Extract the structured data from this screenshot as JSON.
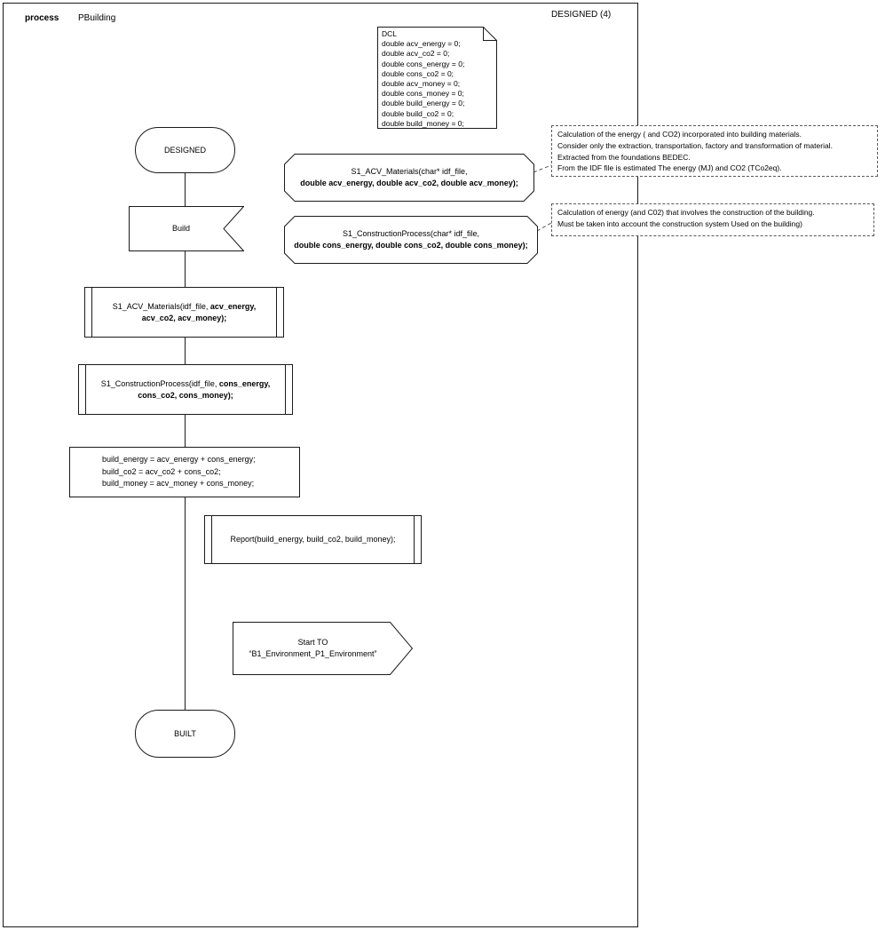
{
  "header": {
    "kind_label": "process",
    "name": "PBuilding",
    "page_label": "DESIGNED (4)"
  },
  "dcl_note": {
    "lines": [
      "DCL",
      "double acv_energy = 0;",
      "double acv_co2 = 0;",
      "double cons_energy = 0;",
      "double cons_co2 = 0;",
      "double acv_money = 0;",
      "double cons_money = 0;",
      "double build_energy = 0;",
      "double build_co2 = 0;",
      "double build_money = 0;"
    ]
  },
  "states": {
    "start": "DESIGNED",
    "end": "BUILT"
  },
  "input_signal": {
    "label": "Build"
  },
  "declarations": [
    {
      "line1": "S1_ACV_Materials(char* idf_file,",
      "line2": "double acv_energy, double acv_co2, double acv_money);"
    },
    {
      "line1": "S1_ConstructionProcess(char* idf_file,",
      "line2": "double cons_energy, double cons_co2, double cons_money);"
    }
  ],
  "comments": [
    {
      "lines": [
        "Calculation of the energy ( and CO2) incorporated into building materials.",
        "Consider only the extraction, transportation, factory and transformation of material.",
        "Extracted from the foundations BEDEC.",
        "From the IDF file is estimated The energy (MJ) and CO2 (TCo2eq)."
      ]
    },
    {
      "lines": [
        "Calculation of energy (and C02) that involves the construction of the building.",
        "Must be taken into account the construction system Used on the building)"
      ]
    }
  ],
  "calls": [
    {
      "line1_normal": "S1_ACV_Materials(idf_file, ",
      "line1_bold": "acv_energy,",
      "line2_bold": "acv_co2, acv_money);"
    },
    {
      "line1_normal": "S1_ConstructionProcess(idf_file, ",
      "line1_bold": "cons_energy,",
      "line2_bold": "cons_co2, cons_money);"
    }
  ],
  "report_call": {
    "label": "Report(build_energy, build_co2, build_money);"
  },
  "assignment": {
    "lines": [
      "build_energy = acv_energy + cons_energy;",
      "build_co2 = acv_co2 + cons_co2;",
      "build_money = acv_money + cons_money;"
    ]
  },
  "output_signal": {
    "line1": "Start TO",
    "line2": "“B1_Environment_P1_Environment”"
  }
}
